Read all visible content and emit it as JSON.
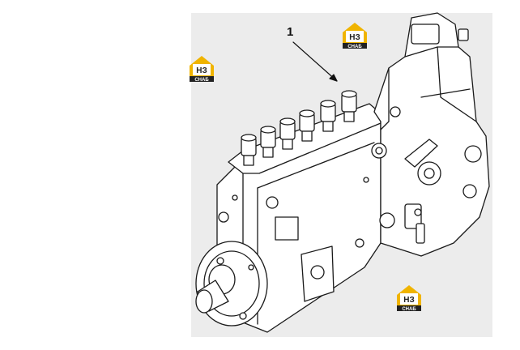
{
  "diagram": {
    "callout_label": "1",
    "watermark": {
      "text_top": "НЗ",
      "text_bottom": "СНАБ",
      "accent_color": "#f0b400",
      "dark_color": "#222222"
    },
    "line_color": "#1a1a1a",
    "panel_color": "#ececec"
  }
}
